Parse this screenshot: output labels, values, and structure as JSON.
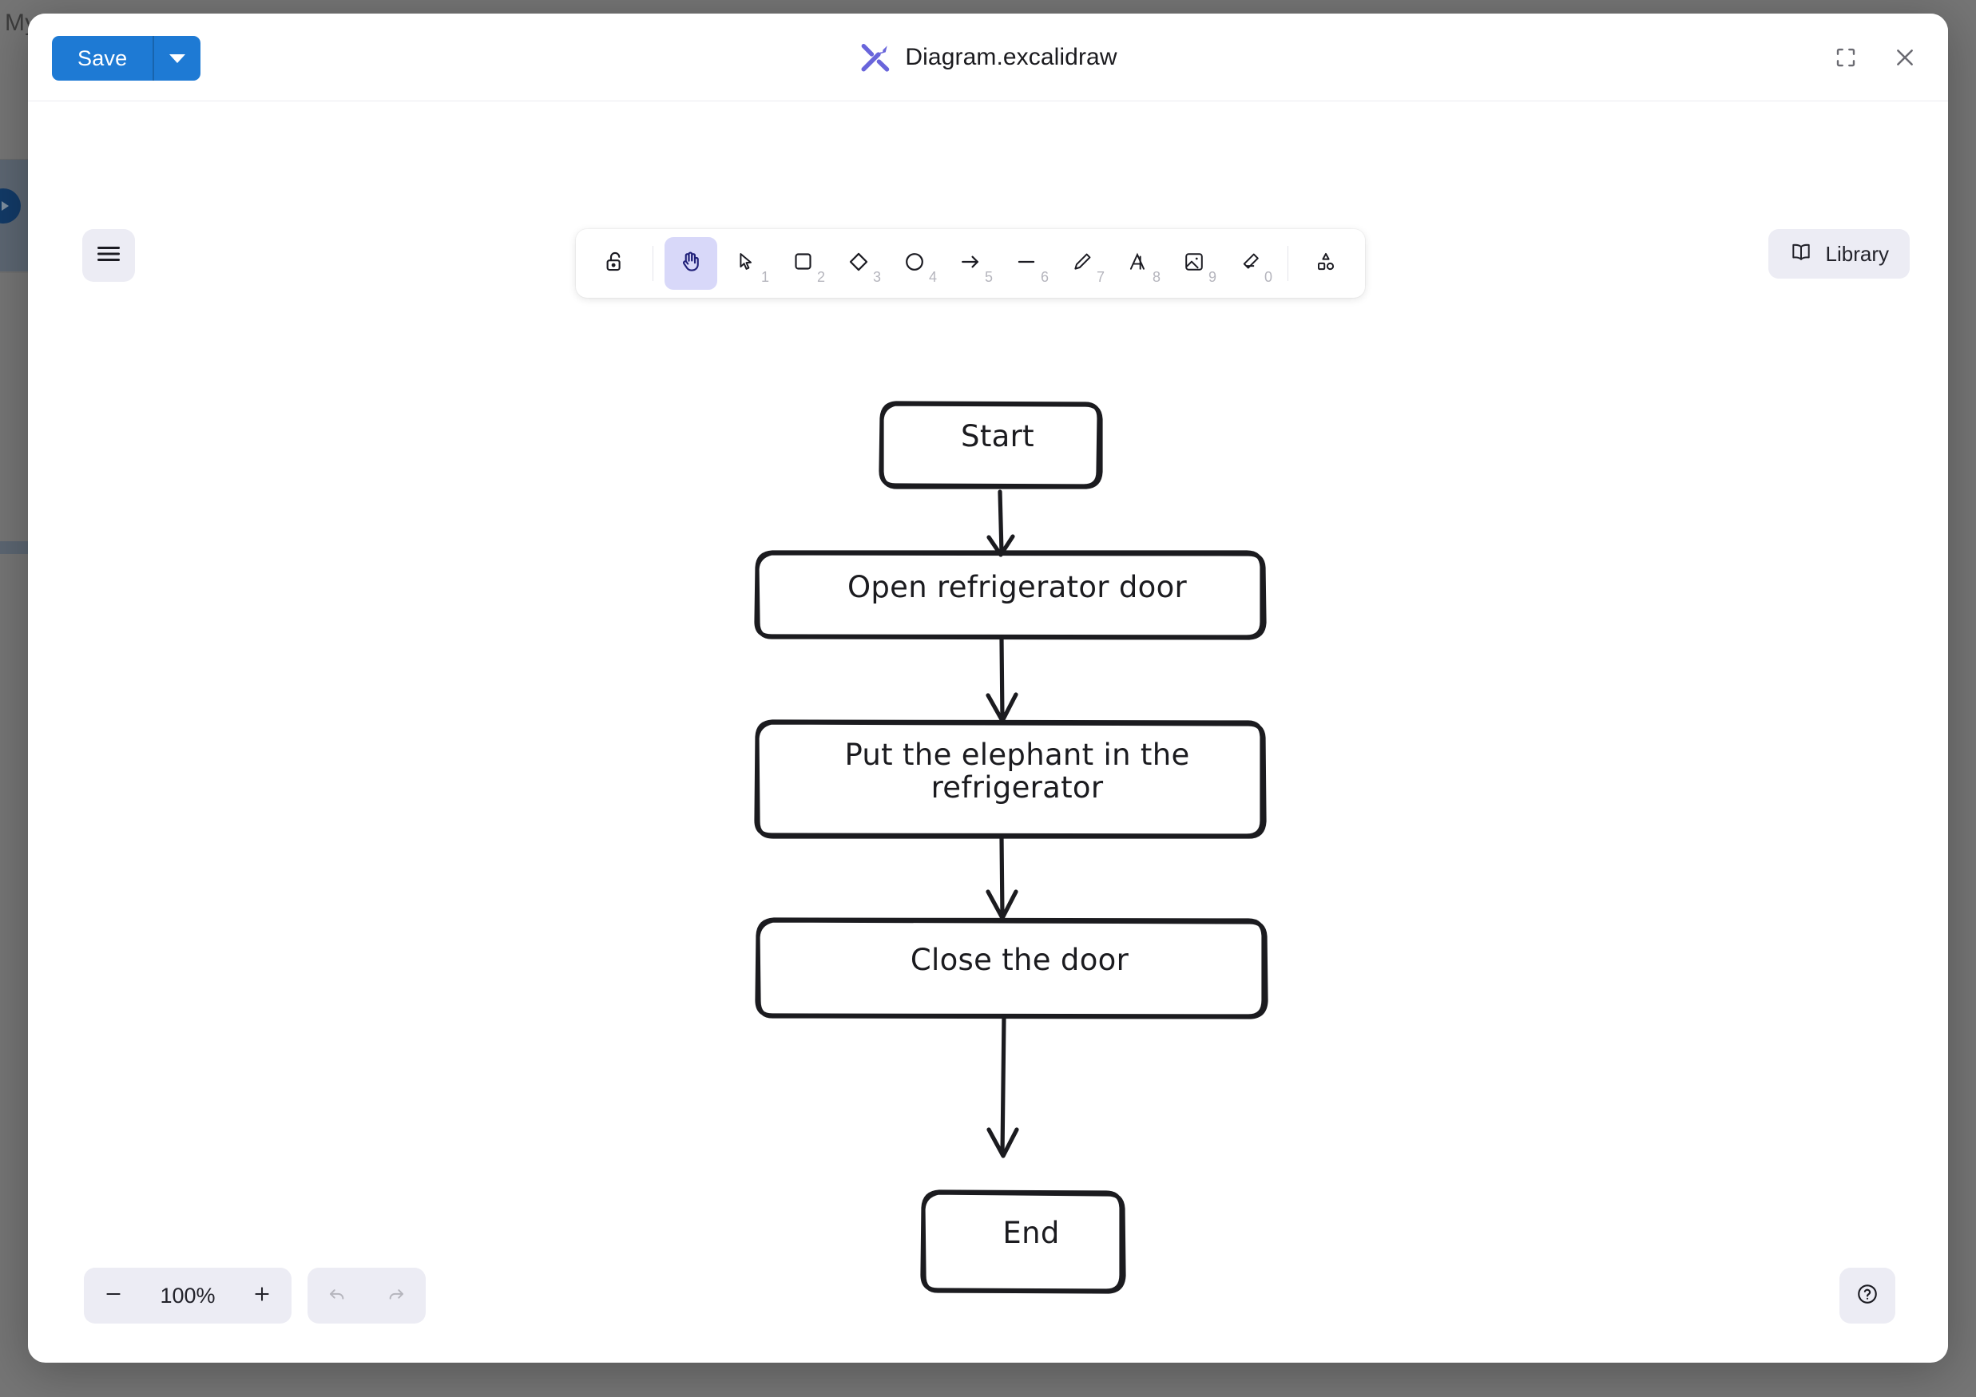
{
  "background_app": {
    "partial_text": "My F",
    "avatar_icon": "user-avatar"
  },
  "titlebar": {
    "save_label": "Save",
    "save_dropdown_icon": "chevron-down-icon",
    "logo_icon": "excalidraw-logo-icon",
    "document_title": "Diagram.excalidraw",
    "fullscreen_icon": "fullscreen-icon",
    "close_icon": "close-icon",
    "accent_color": "#1e7ad4"
  },
  "canvas": {
    "menu_button_icon": "hamburger-menu-icon",
    "library": {
      "icon": "book-icon",
      "label": "Library"
    }
  },
  "toolbar": {
    "selected_tool": "hand",
    "active_bg_color": "#d8d8f9",
    "tools": [
      {
        "id": "lock",
        "icon": "lock-open-icon",
        "shortcut": "",
        "active": false
      },
      {
        "id": "hand",
        "icon": "hand-icon",
        "shortcut": "",
        "active": true
      },
      {
        "id": "selection",
        "icon": "cursor-arrow-icon",
        "shortcut": "1",
        "active": false
      },
      {
        "id": "rectangle",
        "icon": "rectangle-icon",
        "shortcut": "2",
        "active": false
      },
      {
        "id": "diamond",
        "icon": "diamond-icon",
        "shortcut": "3",
        "active": false
      },
      {
        "id": "ellipse",
        "icon": "ellipse-icon",
        "shortcut": "4",
        "active": false
      },
      {
        "id": "arrow",
        "icon": "arrow-right-icon",
        "shortcut": "5",
        "active": false
      },
      {
        "id": "line",
        "icon": "line-icon",
        "shortcut": "6",
        "active": false
      },
      {
        "id": "draw",
        "icon": "pencil-icon",
        "shortcut": "7",
        "active": false
      },
      {
        "id": "text",
        "icon": "text-a-icon",
        "shortcut": "8",
        "active": false
      },
      {
        "id": "image",
        "icon": "image-icon",
        "shortcut": "9",
        "active": false
      },
      {
        "id": "eraser",
        "icon": "eraser-icon",
        "shortcut": "0",
        "active": false
      },
      {
        "id": "shapes",
        "icon": "more-shapes-icon",
        "shortcut": "",
        "active": false
      }
    ]
  },
  "footer": {
    "zoom_out_icon": "minus-icon",
    "zoom_level": "100%",
    "zoom_in_icon": "plus-icon",
    "undo_icon": "undo-icon",
    "redo_icon": "redo-icon",
    "undo_enabled": false,
    "redo_enabled": false,
    "help_icon": "question-mark-icon",
    "help_label": "?"
  },
  "diagram": {
    "type": "flowchart",
    "style": "hand-drawn",
    "stroke_color": "#1b1b1f",
    "fill_color": "#ffffff",
    "nodes": [
      {
        "id": "n1",
        "label": "Start",
        "shape": "rounded-rectangle"
      },
      {
        "id": "n2",
        "label": "Open refrigerator door",
        "shape": "rounded-rectangle"
      },
      {
        "id": "n3",
        "label": "Put the elephant in the\nrefrigerator",
        "shape": "rounded-rectangle"
      },
      {
        "id": "n4",
        "label": "Close the door",
        "shape": "rounded-rectangle"
      },
      {
        "id": "n5",
        "label": "End",
        "shape": "rounded-rectangle"
      }
    ],
    "edges": [
      {
        "from": "n1",
        "to": "n2",
        "kind": "arrow"
      },
      {
        "from": "n2",
        "to": "n3",
        "kind": "arrow"
      },
      {
        "from": "n3",
        "to": "n4",
        "kind": "arrow"
      },
      {
        "from": "n4",
        "to": "n5",
        "kind": "arrow"
      }
    ]
  }
}
